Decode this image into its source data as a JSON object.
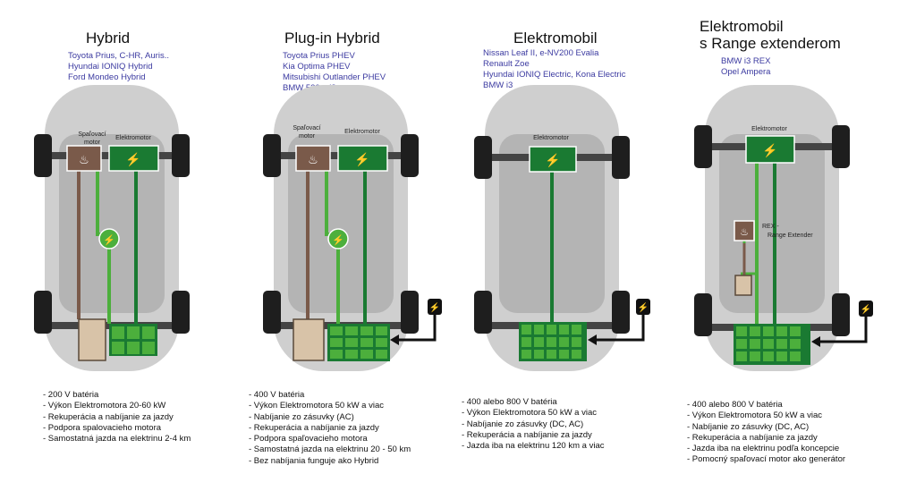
{
  "columns": [
    {
      "title_lines": [
        "Hybrid"
      ],
      "models": [
        "Toyota Prius, C-HR, Auris..",
        "Hyundai IONIQ Hybrid",
        "Ford Mondeo Hybrid"
      ],
      "labels": {
        "combustion": [
          "Spaľovací",
          "motor"
        ],
        "electric": "Elektromotor"
      },
      "specs": [
        "- 200 V batéria",
        "- Výkon Elektromotora  20-60 kW",
        "- Rekuperácia a nabíjanie za jazdy",
        "- Podpora spalovacieho motora",
        "- Samostatná jazda na elektrinu 2-4 km"
      ]
    },
    {
      "title_lines": [
        "Plug-in Hybrid"
      ],
      "models": [
        "Toyota Prius PHEV",
        "Kia Optima PHEV",
        "Mitsubishi Outlander PHEV",
        "BMW 530e, i8"
      ],
      "labels": {
        "combustion": [
          "Spaľovací",
          "motor"
        ],
        "electric": "Elektromotor"
      },
      "specs": [
        "- 400 V batéria",
        "- Výkon Elektromotora  50 kW a viac",
        "- Nabíjanie zo zásuvky (AC)",
        "- Rekuperácia a nabíjanie za jazdy",
        "- Podpora spaľovacieho motora",
        "- Samostatná jazda na elektrinu 20 - 50 km",
        "- Bez nabíjania funguje ako Hybrid"
      ]
    },
    {
      "title_lines": [
        "Elektromobil"
      ],
      "models": [
        "Nissan Leaf II, e-NV200 Evalia",
        "Renault Zoe",
        "Hyundai IONIQ Electric, Kona Electric",
        "BMW i3"
      ],
      "labels": {
        "electric": "Elektromotor"
      },
      "specs": [
        "- 400 alebo 800 V batéria",
        "- Výkon Elektromotora  50 kW a viac",
        "- Nabíjanie zo zásuvky (DC, AC)",
        "- Rekuperácia a nabíjanie za jazdy",
        "- Jazda iba na elektrinu 120 km a viac"
      ]
    },
    {
      "title_lines": [
        "Elektromobil",
        "s Range extenderom"
      ],
      "models": [
        "BMW i3 REX",
        "Opel Ampera"
      ],
      "labels": {
        "electric": "Elektromotor",
        "rex": [
          "REX -",
          "Range Extender"
        ]
      },
      "specs": [
        "- 400 alebo 800 V batéria",
        "- Výkon Elektromotora  50 kW a viac",
        "- Nabíjanie zo zásuvky (DC, AC)",
        "- Rekuperácia a nabíjanie za jazdy",
        "- Jazda iba na elektrinu podľa koncepcie",
        "- Pomocný spaľovací motor ako generátor"
      ]
    }
  ],
  "colors": {
    "electric": "#1a7a32",
    "electric_light": "#4caf3c",
    "combustion": "#7a5a4a",
    "fuel": "#d8c3a8",
    "tire": "#1e1e1e",
    "car_body": "#cfcfcf",
    "models_text": "#3b3aa0"
  }
}
